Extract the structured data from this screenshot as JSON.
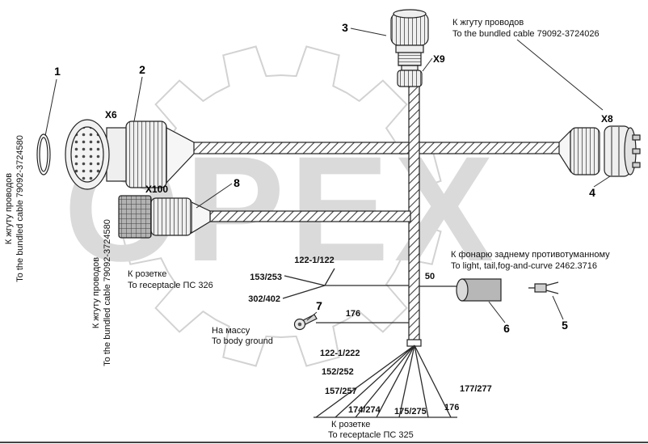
{
  "watermark": {
    "text": "ОРЕХ"
  },
  "callouts": {
    "c1": "1",
    "c2": "2",
    "c3": "3",
    "c4": "4",
    "c5": "5",
    "c6": "6",
    "c7": "7",
    "c8": "8"
  },
  "connector_labels": {
    "x6": "X6",
    "x9": "X9",
    "x8": "X8",
    "x100": "X100"
  },
  "destination_labels": {
    "bundle_top": {
      "ru": "К жгуту проводов",
      "en": "To the bundled cable 79092-3724026"
    },
    "bundle_left_outer": {
      "ru": "К жгуту проводов",
      "en": "To the bundled cable 79092-3724580"
    },
    "bundle_left_inner": {
      "ru": "К жгуту проводов",
      "en": "To the bundled cable 79092-3724580"
    },
    "receptacle_ps326": {
      "ru": "К розетке",
      "en": "To receptacle ПС 326"
    },
    "fog_light": {
      "ru": "К фонарю заднему противотуманному",
      "en": "To light, tail,fog-and-curve 2462.3716"
    },
    "ground": {
      "ru": "На массу",
      "en": "To body ground"
    },
    "receptacle_ps325": {
      "ru": "К розетке",
      "en": "To receptacle ПС 325"
    }
  },
  "wire_numbers": {
    "branch_326": [
      "122-1/122",
      "153/253",
      "302/402"
    ],
    "fog": "50",
    "ground": "176",
    "bottom": [
      "122-1/222",
      "152/252",
      "157/257",
      "174/274",
      "175/275",
      "176",
      "177/277"
    ]
  }
}
